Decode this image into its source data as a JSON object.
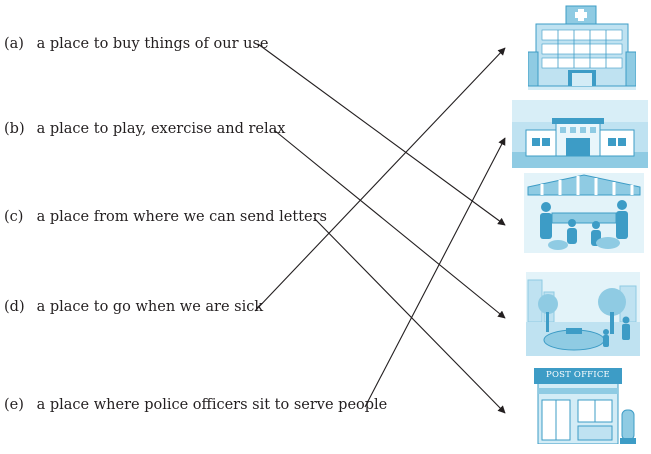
{
  "items": [
    {
      "tag": "(a)",
      "text": "a place to buy things of our use"
    },
    {
      "tag": "(b)",
      "text": "a place to play, exercise and relax"
    },
    {
      "tag": "(c)",
      "text": "a place from where we can send letters"
    },
    {
      "tag": "(d)",
      "text": "a place to go when we are sick"
    },
    {
      "tag": "(e)",
      "text": "a place where police officers sit to serve people"
    }
  ],
  "pictures": {
    "hospital": "hospital building",
    "police_station": "police station building",
    "market": "market",
    "park": "park",
    "post_office": {
      "sign": "POST OFFICE"
    }
  },
  "matches": [
    {
      "from": "(a)",
      "to": "market"
    },
    {
      "from": "(b)",
      "to": "park"
    },
    {
      "from": "(c)",
      "to": "post_office"
    },
    {
      "from": "(d)",
      "to": "hospital"
    },
    {
      "from": "(e)",
      "to": "police_station"
    }
  ],
  "colors": {
    "ink": "#231f20",
    "pic_dark": "#3d9cc6",
    "pic_mid": "#8fcbe3",
    "pic_light": "#d3ecf6"
  }
}
